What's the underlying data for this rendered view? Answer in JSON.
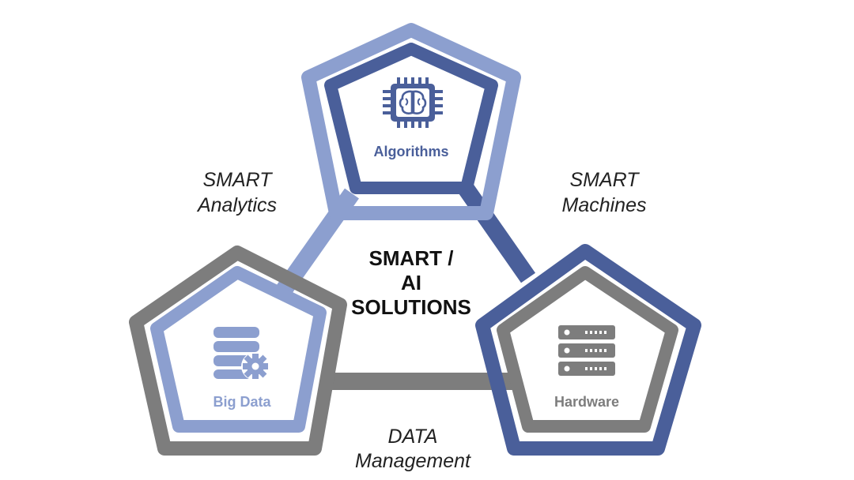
{
  "center": {
    "line1": "SMART /",
    "line2": "AI",
    "line3": "SOLUTIONS"
  },
  "nodes": {
    "algorithms": {
      "label": "Algorithms",
      "icon": "ai-chip-brain-icon"
    },
    "big_data": {
      "label": "Big Data",
      "icon": "database-gear-icon"
    },
    "hardware": {
      "label": "Hardware",
      "icon": "server-rack-icon"
    }
  },
  "edges": {
    "analytics": {
      "line1": "SMART",
      "line2": "Analytics"
    },
    "machines": {
      "line1": "SMART",
      "line2": "Machines"
    },
    "data_management": {
      "line1": "DATA",
      "line2": "Management"
    }
  },
  "colors": {
    "light_blue": "#8c9fcf",
    "dark_blue": "#4a5f9a",
    "gray": "#7d7d7d",
    "text_dark": "#111111"
  }
}
